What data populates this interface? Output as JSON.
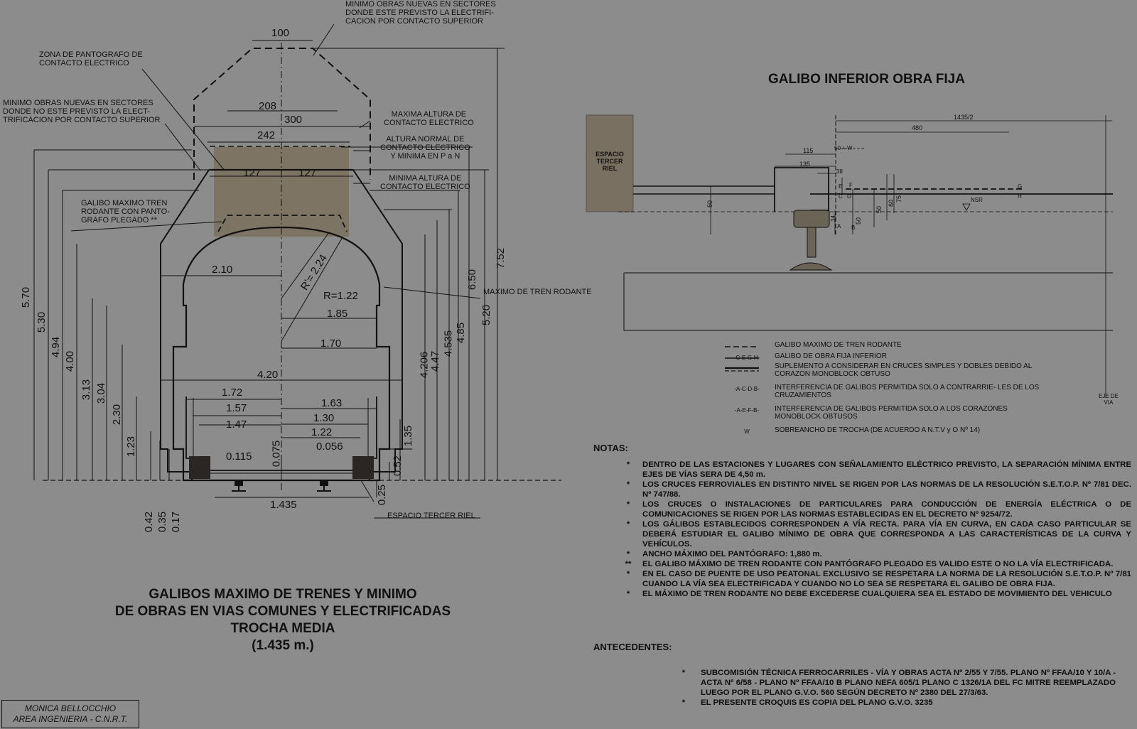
{
  "left_diagram": {
    "title_lines": [
      "GALIBOS MAXIMO DE TRENES Y MINIMO",
      "DE OBRAS EN VIAS COMUNES Y ELECTRIFICADAS",
      "TROCHA MEDIA",
      "(1.435 m.)"
    ],
    "callouts": {
      "top_right": [
        "MINIMO OBRAS NUEVAS EN SECTORES",
        "DONDE ESTE PREVISTO LA ELECTRIFI-",
        "CACION POR CONTACTO SUPERIOR"
      ],
      "pantografo": [
        "ZONA DE PANTOGRAFO DE",
        "CONTACTO ELECTRICO"
      ],
      "top_left": [
        "MINIMO OBRAS NUEVAS EN SECTORES",
        "DONDE NO ESTE PREVISTO LA ELECT-",
        "TRIFICACION POR CONTACTO SUPERIOR"
      ],
      "max_altura": [
        "MAXIMA ALTURA DE",
        "CONTACTO ELECTRICO"
      ],
      "altura_normal": [
        "ALTURA NORMAL DE",
        "CONTACTO ELECTRICO",
        "Y MINIMA EN P a N"
      ],
      "min_altura": [
        "MINIMA ALTURA DE",
        "CONTACTO ELECTRICO"
      ],
      "galibo_plegado": [
        "GALIBO MAXIMO TREN",
        "RODANTE CON PANTO-",
        "GRAFO PLEGADO **"
      ],
      "max_tren": "MAXIMO DE TREN RODANTE",
      "tercer_riel": "ESPACIO TERCER RIEL"
    },
    "dims_horizontal": [
      "100",
      "208",
      "300",
      "242",
      "127",
      "127",
      "2.10",
      "R=1.22",
      "1.85",
      "1.70",
      "4.20",
      "1.72",
      "1.63",
      "1.57",
      "1.30",
      "1.47",
      "1.22",
      "0.115",
      "0.056",
      "1.435"
    ],
    "dims_vertical_left": [
      "5.70",
      "5.30",
      "4.94",
      "4.00",
      "3.13",
      "3.04",
      "2.30",
      "1.23",
      "0.42",
      "0.35",
      "0.17"
    ],
    "dims_vertical_mid": [
      "0.075"
    ],
    "dims_vertical_right": [
      "7.52",
      "6.50",
      "5.20",
      "4.85",
      "4.535",
      "4.47",
      "4.206",
      "1.35",
      "0.52",
      "0.25"
    ],
    "radius_label": "R'= 2.24"
  },
  "right_diagram": {
    "title": "GALIBO INFERIOR OBRA FIJA",
    "espacio": [
      "ESPACIO",
      "TERCER",
      "RIEL"
    ],
    "dims": [
      "1435/2",
      "480",
      "50 + W",
      "115",
      "135",
      "38",
      "50",
      "34",
      "50",
      "50",
      "60",
      "75"
    ],
    "letters": [
      "C",
      "D",
      "E",
      "F",
      "G",
      "H",
      "A",
      "B"
    ],
    "nsr": "NSR",
    "eje": [
      "EJE DE",
      "VIA"
    ]
  },
  "legend": [
    {
      "symbol": "",
      "text": "GALIBO MAXIMO DE TREN RODANTE"
    },
    {
      "symbol": "-C-E-G-H-",
      "text": "GALIBO DE OBRA FIJA INFERIOR"
    },
    {
      "symbol": "",
      "text": "SUPLEMENTO A CONSIDERAR EN CRUCES SIMPLES Y DOBLES DEBIDO AL CORAZON MONOBLOCK OBTUSO"
    },
    {
      "symbol": "-A-C-D-B-",
      "text": "INTERFERENCIA DE GALIBOS PERMITIDA SOLO A CONTRARRIE- LES DE LOS CRUZAMIENTOS"
    },
    {
      "symbol": "-A-E-F-B-",
      "text": "INTERFERENCIA DE GALIBOS PERMITIDA SOLO A LOS CORAZONES MONOBLOCK OBTUSOS"
    },
    {
      "symbol": "W",
      "text": "SOBREANCHO DE TROCHA (DE ACUERDO A N.T.V y O Nº 14)"
    }
  ],
  "notas": {
    "heading": "NOTAS:",
    "items": [
      {
        "bullet": "*",
        "text": "DENTRO DE LAS ESTACIONES Y LUGARES CON SEÑALAMIENTO ELÉCTRICO PREVISTO, LA SEPARACIÓN MÍNIMA ENTRE EJES DE VÍAS SERA DE 4,50 m."
      },
      {
        "bullet": "*",
        "text": "LOS CRUCES FERROVIALES EN DISTINTO NIVEL SE RIGEN POR LAS NORMAS DE LA RESOLUCIÓN S.E.T.O.P. Nº 7/81 DEC. Nº 747/88."
      },
      {
        "bullet": "*",
        "text": "LOS CRUCES O INSTALACIONES DE PARTICULARES PARA CONDUCCIÓN DE ENERGÍA ELÉCTRICA O DE COMUNICACIONES SE RIGEN POR LAS NORMAS ESTABLECIDAS EN EL DECRETO Nº 9254/72."
      },
      {
        "bullet": "*",
        "text": "LOS GÁLIBOS ESTABLECIDOS CORRESPONDEN A VÍA RECTA. PARA VÍA EN CURVA, EN CADA CASO PARTICULAR SE DEBERÁ ESTUDIAR EL GALIBO MÍNIMO DE OBRA QUE CORRESPONDA A LAS CARACTERÍSTICAS DE LA CURVA Y VEHÍCULOS."
      },
      {
        "bullet": "*",
        "text": "ANCHO MÁXIMO DEL PANTÓGRAFO: 1,880 m."
      },
      {
        "bullet": "**",
        "text": "EL GALIBO MÁXIMO DE TREN RODANTE CON PANTÓGRAFO PLEGADO ES VALIDO ESTE O NO LA VÍA ELECTRIFICADA."
      },
      {
        "bullet": "*",
        "text": "EN EL CASO DE PUENTE DE USO PEATONAL EXCLUSIVO SE RESPETARA LA NORMA DE LA RESOLUCIÓN S.E.T.O.P. Nº 7/81 CUANDO LA VÍA SEA ELECTRIFICADA Y CUANDO NO LO SEA SE RESPETARA EL GALIBO DE OBRA FIJA."
      },
      {
        "bullet": "*",
        "text": "EL MÁXIMO DE TREN RODANTE NO DEBE EXCEDERSE CUALQUIERA SEA EL ESTADO DE MOVIMIENTO DEL VEHICULO"
      }
    ]
  },
  "antecedentes": {
    "heading": "ANTECEDENTES:",
    "items": [
      {
        "bullet": "*",
        "text": "SUBCOMISIÓN TÉCNICA FERROCARRILES - VÍA Y OBRAS ACTA Nº 2/55 Y 7/55. PLANO Nº FFAA/10 Y 10/A - ACTA Nº 6/58 - PLANO Nº FFAA/10 B PLANO NEFA 605/1 PLANO C 1326/1A DEL FC MITRE REEMPLAZADO LUEGO POR EL PLANO G.V.O. 560 SEGÚN  DECRETO Nº 2380 DEL 27/3/63."
      },
      {
        "bullet": "*",
        "text": "EL PRESENTE CROQUIS ES COPIA DEL PLANO G.V.O. 3235"
      }
    ]
  },
  "credit": [
    "MONICA BELLOCCHIO",
    "AREA INGENIERIA - C.N.R.T."
  ]
}
